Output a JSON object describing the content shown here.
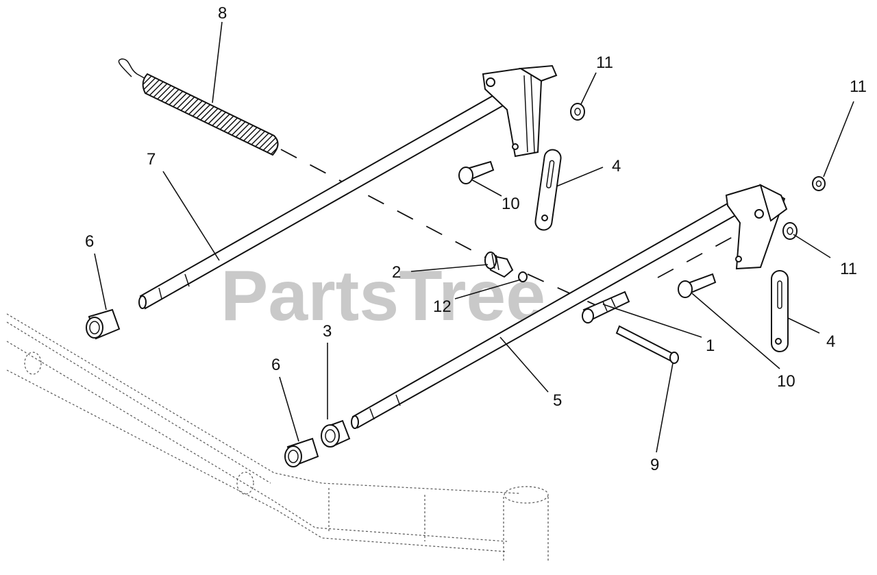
{
  "watermark": {
    "text": "PartsTree",
    "trademark": "TM"
  },
  "callouts": {
    "c1": "1",
    "c2": "2",
    "c3": "3",
    "c4a": "4",
    "c4b": "4",
    "c5": "5",
    "c6a": "6",
    "c6b": "6",
    "c7": "7",
    "c8": "8",
    "c9": "9",
    "c10a": "10",
    "c10b": "10",
    "c11a": "11",
    "c11b": "11",
    "c11c": "11",
    "c12": "12"
  }
}
